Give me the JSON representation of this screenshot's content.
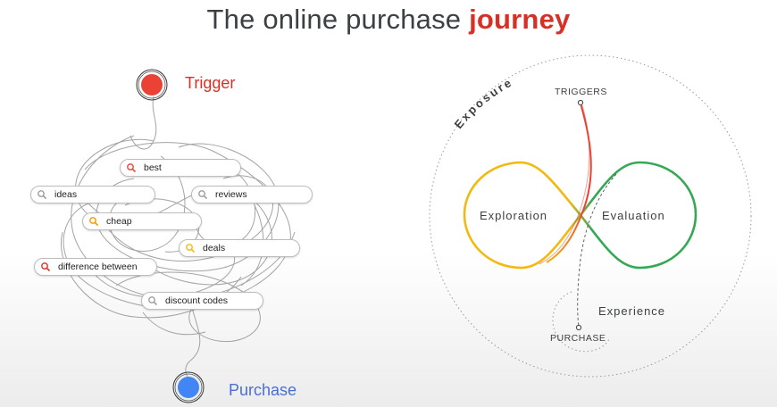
{
  "title": {
    "prefix": "The online purchase",
    "accent": "journey"
  },
  "left": {
    "trigger_label": "Trigger",
    "purchase_label": "Purchase",
    "search_terms": [
      "best",
      "ideas",
      "reviews",
      "cheap",
      "deals",
      "difference between",
      "discount codes"
    ]
  },
  "right": {
    "exposure_label": "Exposure",
    "triggers_label": "TRIGGERS",
    "exploration_label": "Exploration",
    "evaluation_label": "Evaluation",
    "experience_label": "Experience",
    "purchase_label": "PURCHASE"
  },
  "colors": {
    "trigger": "#ea4335",
    "purchase": "#4285f4",
    "exploration": "#f2b90f",
    "evaluation": "#34a853",
    "text": "#3c4043"
  }
}
